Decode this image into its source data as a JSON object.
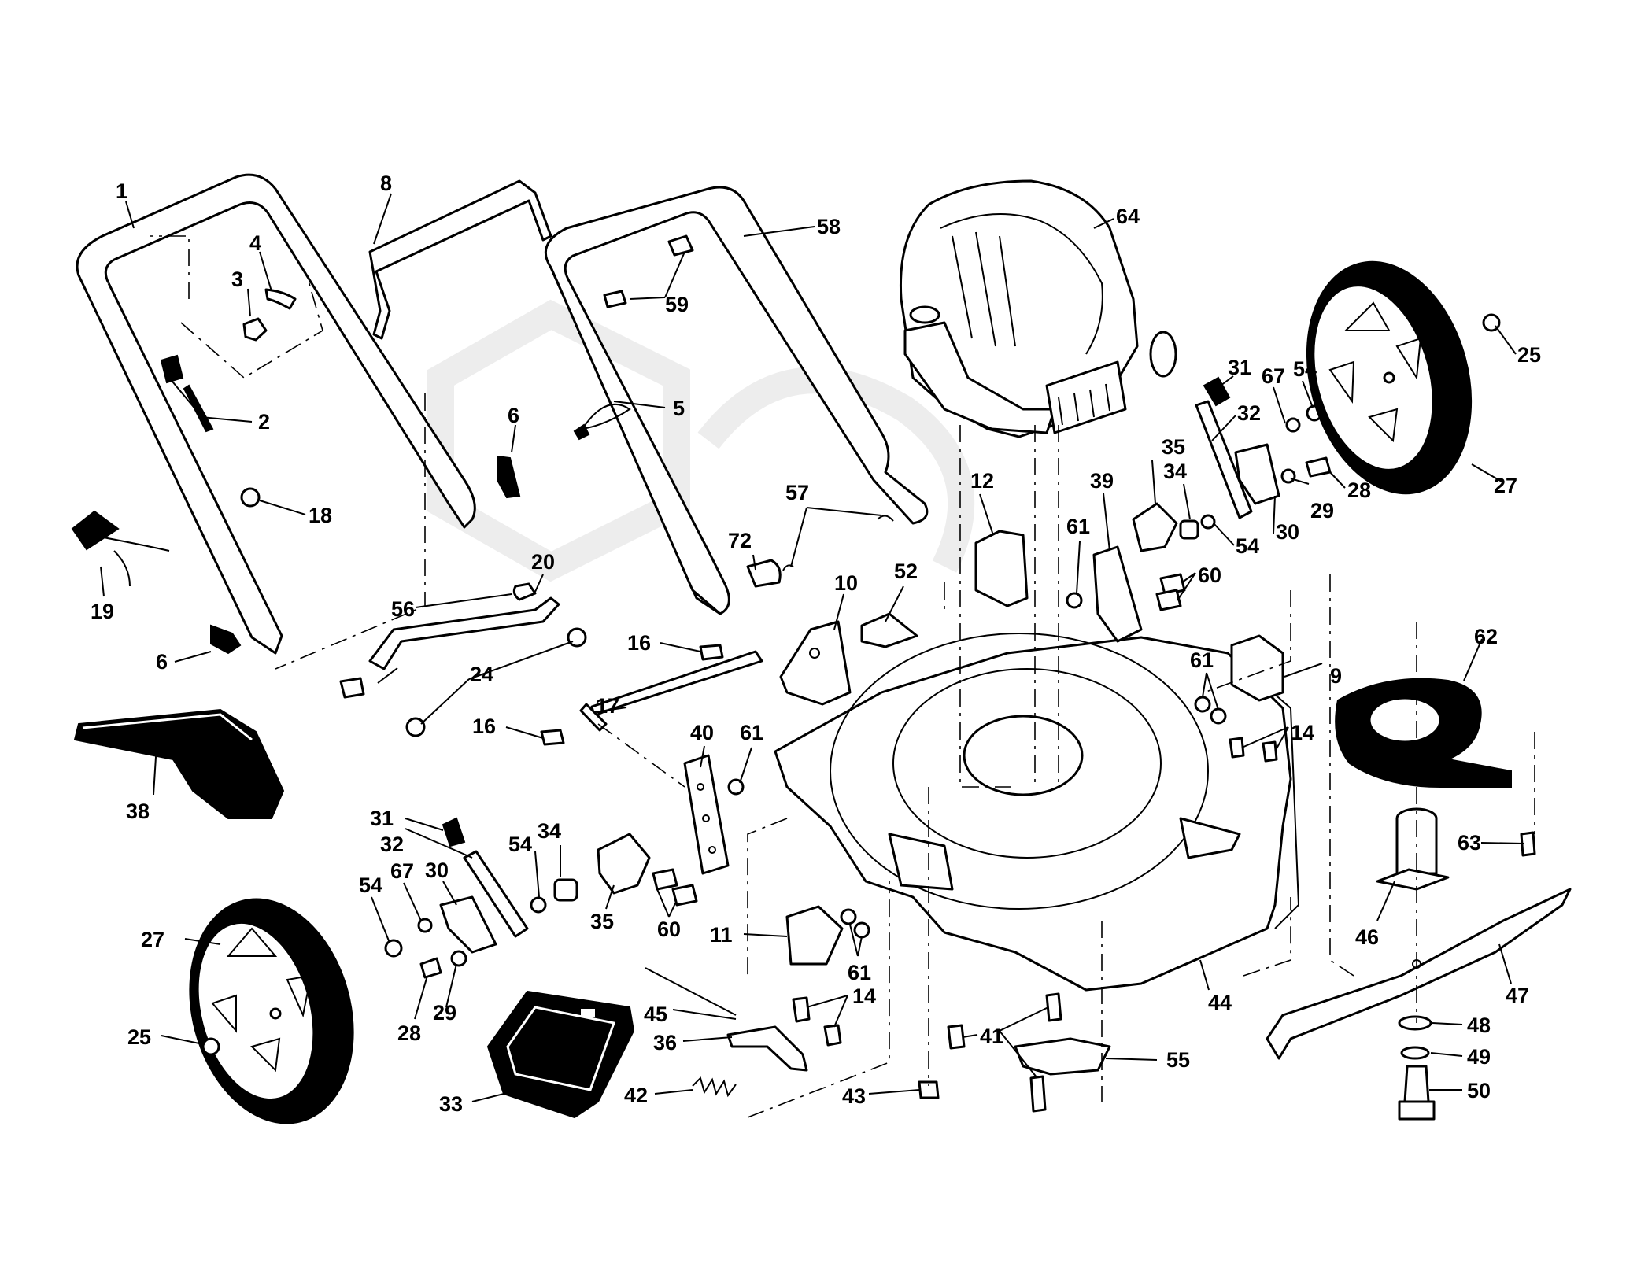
{
  "diagram": {
    "part_numbers": [
      {
        "id": "p1",
        "text": "1"
      },
      {
        "id": "p8",
        "text": "8"
      },
      {
        "id": "p4",
        "text": "4"
      },
      {
        "id": "p3",
        "text": "3"
      },
      {
        "id": "p2",
        "text": "2"
      },
      {
        "id": "p58",
        "text": "58"
      },
      {
        "id": "p59",
        "text": "59"
      },
      {
        "id": "p5",
        "text": "5"
      },
      {
        "id": "p6a",
        "text": "6"
      },
      {
        "id": "p18",
        "text": "18"
      },
      {
        "id": "p19",
        "text": "19"
      },
      {
        "id": "p6b",
        "text": "6"
      },
      {
        "id": "p20",
        "text": "20"
      },
      {
        "id": "p56",
        "text": "56"
      },
      {
        "id": "p24",
        "text": "24"
      },
      {
        "id": "p57",
        "text": "57"
      },
      {
        "id": "p72",
        "text": "72"
      },
      {
        "id": "p10",
        "text": "10"
      },
      {
        "id": "p52",
        "text": "52"
      },
      {
        "id": "p12",
        "text": "12"
      },
      {
        "id": "p64",
        "text": "64"
      },
      {
        "id": "p31a",
        "text": "31"
      },
      {
        "id": "p67a",
        "text": "67"
      },
      {
        "id": "p54a",
        "text": "54"
      },
      {
        "id": "p25a",
        "text": "25"
      },
      {
        "id": "p32a",
        "text": "32"
      },
      {
        "id": "p35a",
        "text": "35"
      },
      {
        "id": "p34a",
        "text": "34"
      },
      {
        "id": "p28a",
        "text": "28"
      },
      {
        "id": "p29a",
        "text": "29"
      },
      {
        "id": "p27a",
        "text": "27"
      },
      {
        "id": "p39",
        "text": "39"
      },
      {
        "id": "p61a",
        "text": "61"
      },
      {
        "id": "p60a",
        "text": "60"
      },
      {
        "id": "p30a",
        "text": "30"
      },
      {
        "id": "p54b",
        "text": "54"
      },
      {
        "id": "p16a",
        "text": "16"
      },
      {
        "id": "p17",
        "text": "17"
      },
      {
        "id": "p16b",
        "text": "16"
      },
      {
        "id": "p38",
        "text": "38"
      },
      {
        "id": "p40",
        "text": "40"
      },
      {
        "id": "p61b",
        "text": "61"
      },
      {
        "id": "p31b",
        "text": "31"
      },
      {
        "id": "p32b",
        "text": "32"
      },
      {
        "id": "p30b",
        "text": "30"
      },
      {
        "id": "p54c",
        "text": "54"
      },
      {
        "id": "p34b",
        "text": "34"
      },
      {
        "id": "p67b",
        "text": "67"
      },
      {
        "id": "p54d",
        "text": "54"
      },
      {
        "id": "p35b",
        "text": "35"
      },
      {
        "id": "p60b",
        "text": "60"
      },
      {
        "id": "p27b",
        "text": "27"
      },
      {
        "id": "p28b",
        "text": "28"
      },
      {
        "id": "p29b",
        "text": "29"
      },
      {
        "id": "p25b",
        "text": "25"
      },
      {
        "id": "p11",
        "text": "11"
      },
      {
        "id": "p61c",
        "text": "61"
      },
      {
        "id": "p14a",
        "text": "14"
      },
      {
        "id": "p45",
        "text": "45"
      },
      {
        "id": "p36",
        "text": "36"
      },
      {
        "id": "p33",
        "text": "33"
      },
      {
        "id": "p42",
        "text": "42"
      },
      {
        "id": "p43",
        "text": "43"
      },
      {
        "id": "p41",
        "text": "41"
      },
      {
        "id": "p55",
        "text": "55"
      },
      {
        "id": "p44",
        "text": "44"
      },
      {
        "id": "p9",
        "text": "9"
      },
      {
        "id": "p61d",
        "text": "61"
      },
      {
        "id": "p14b",
        "text": "14"
      },
      {
        "id": "p62",
        "text": "62"
      },
      {
        "id": "p63",
        "text": "63"
      },
      {
        "id": "p46",
        "text": "46"
      },
      {
        "id": "p47",
        "text": "47"
      },
      {
        "id": "p48",
        "text": "48"
      },
      {
        "id": "p49",
        "text": "49"
      },
      {
        "id": "p50",
        "text": "50"
      }
    ]
  }
}
